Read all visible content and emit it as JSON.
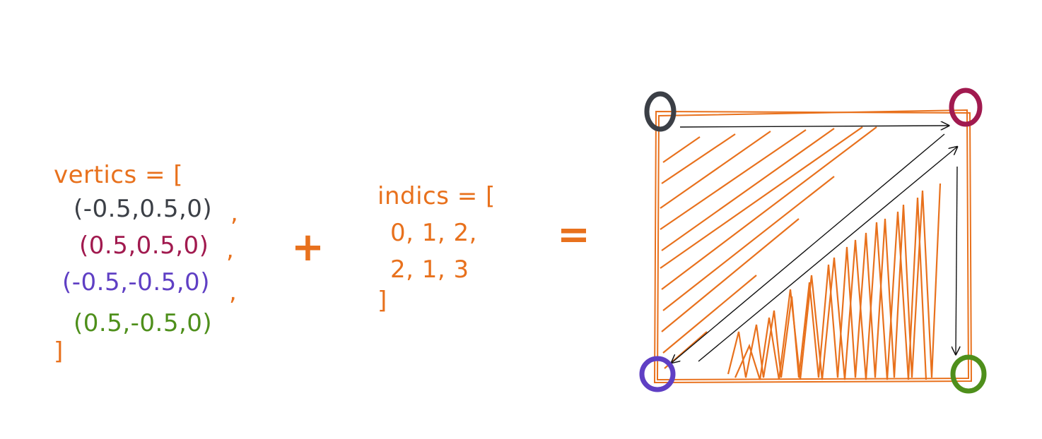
{
  "vertices": {
    "header": "vertics = [",
    "items": [
      {
        "text": "(-0.5,0.5,0)",
        "color": "#3b3f46"
      },
      {
        "text": "(0.5,0.5,0)",
        "color": "#a11a4f"
      },
      {
        "text": "(-0.5,-0.5,0)",
        "color": "#5f3fc4"
      },
      {
        "text": "(0.5,-0.5,0)",
        "color": "#4e8f1b"
      }
    ],
    "separator": ",",
    "close": "]"
  },
  "plus_sign": "+",
  "indices": {
    "header": "indics = [",
    "row1": "0, 1, 2,",
    "row2": "2, 1, 3",
    "close": "]"
  },
  "equals_sign": "=",
  "colors": {
    "accent": "#e8711d",
    "arrow": "#111111",
    "vertex_top_left": "#3b3f46",
    "vertex_top_right": "#a11a4f",
    "vertex_bottom_left": "#5f3fc4",
    "vertex_bottom_right": "#4e8f1b"
  }
}
